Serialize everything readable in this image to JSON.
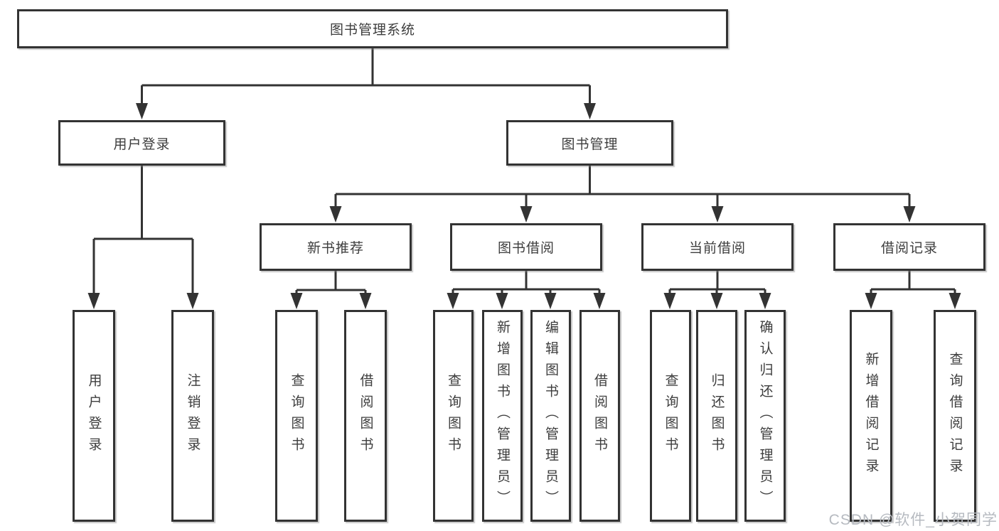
{
  "diagram": {
    "root": {
      "label": "图书管理系统",
      "children": [
        {
          "label": "用户登录",
          "children": [
            {
              "label": "用户登录"
            },
            {
              "label": "注销登录"
            }
          ]
        },
        {
          "label": "图书管理",
          "children": [
            {
              "label": "新书推荐",
              "children": [
                {
                  "label": "查询图书"
                },
                {
                  "label": "借阅图书"
                }
              ]
            },
            {
              "label": "图书借阅",
              "children": [
                {
                  "label": "查询图书"
                },
                {
                  "label": "新增图书（管理员）"
                },
                {
                  "label": "编辑图书（管理员）"
                },
                {
                  "label": "借阅图书"
                }
              ]
            },
            {
              "label": "当前借阅",
              "children": [
                {
                  "label": "查询图书"
                },
                {
                  "label": "归还图书"
                },
                {
                  "label": "确认归还（管理员）"
                }
              ]
            },
            {
              "label": "借阅记录",
              "children": [
                {
                  "label": "新增借阅记录"
                },
                {
                  "label": "查询借阅记录"
                }
              ]
            }
          ]
        }
      ]
    }
  },
  "watermark": {
    "text": "CSDN @软件_小贺同学"
  },
  "colors": {
    "line": "#333333",
    "node_border": "#333333",
    "node_background": "#ffffff",
    "text": "#3d3d3d",
    "watermark": "#b6bac0",
    "page_background": "#ffffff"
  }
}
